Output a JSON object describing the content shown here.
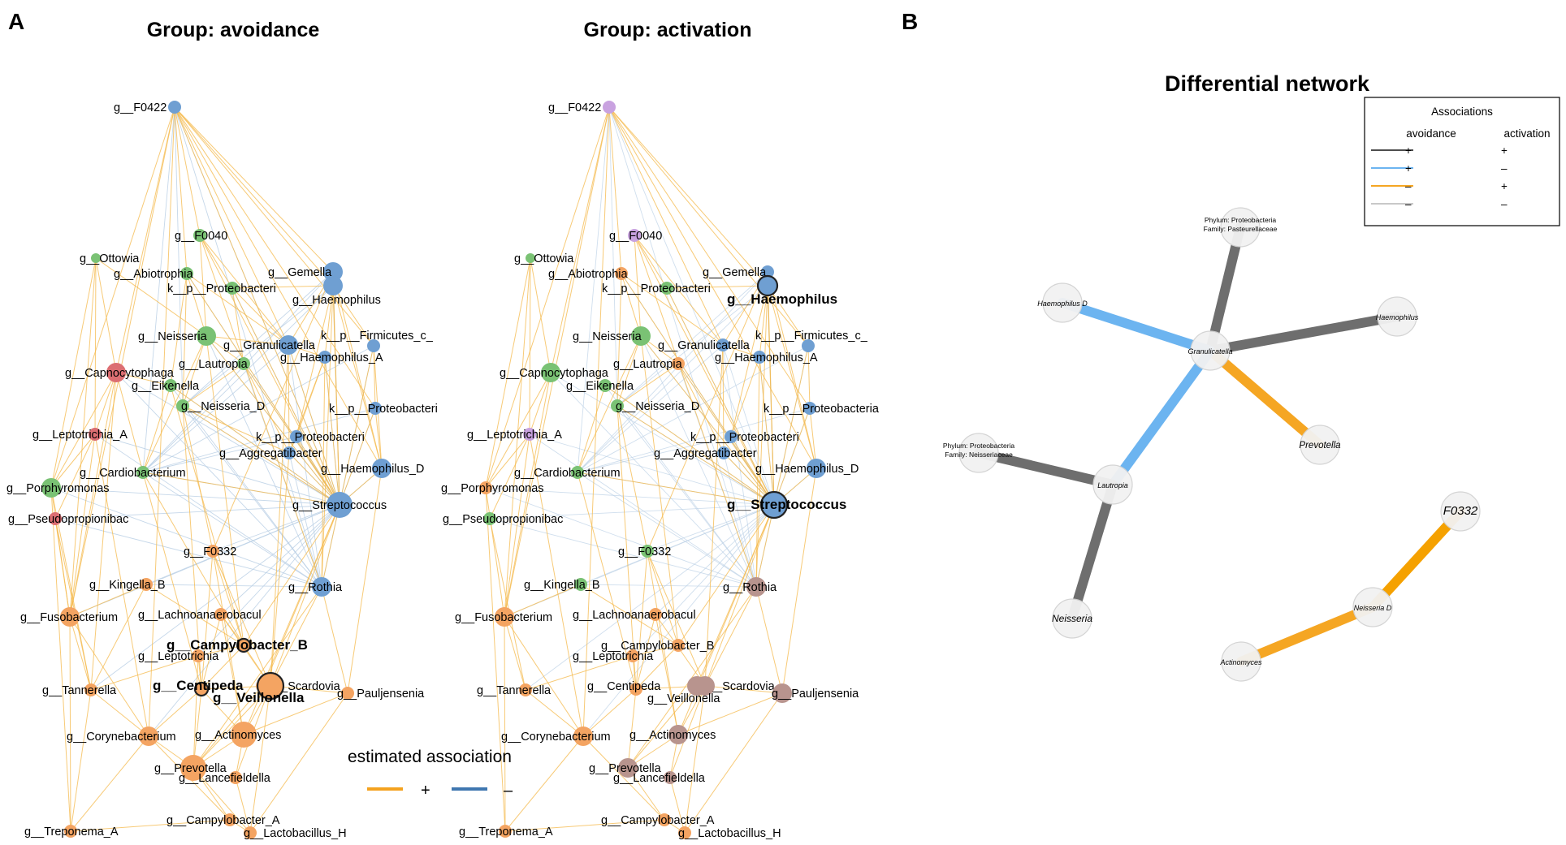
{
  "panels": {
    "a": {
      "letter": "A",
      "title_left": "Group: avoidance",
      "title_right": "Group: activation"
    },
    "b": {
      "letter": "B",
      "title": "Differential network"
    }
  },
  "association_legend": {
    "title": "estimated association",
    "plus": "+",
    "minus": "–",
    "plus_color": "#f4a21f",
    "minus_color": "#3f77b0"
  },
  "colors": {
    "green": "#7ac274",
    "blue": "#6f9fd2",
    "red": "#dc6e72",
    "orange": "#f4a462",
    "purple": "#c9a2e0",
    "brown": "#b8948e",
    "edge_pos": "#f5b94a",
    "edge_neg": "#bcd1e6"
  },
  "networks": {
    "avoidance": {
      "nodes": [
        {
          "label": "g__F0422",
          "color": "blue",
          "size": 1,
          "highlight": false
        },
        {
          "label": "g__F0040",
          "color": "green",
          "size": 1,
          "highlight": false
        },
        {
          "label": "g__Ottowia",
          "color": "green",
          "size": 0,
          "highlight": false
        },
        {
          "label": "g__Abiotrophia",
          "color": "green",
          "size": 1,
          "highlight": false
        },
        {
          "label": "g__Gemella",
          "color": "blue",
          "size": 2,
          "highlight": false
        },
        {
          "label": "k__p__Proteobacteri",
          "color": "green",
          "size": 1,
          "highlight": false
        },
        {
          "label": "g__Haemophilus",
          "color": "blue",
          "size": 2,
          "highlight": false
        },
        {
          "label": "g__Neisseria",
          "color": "green",
          "size": 2,
          "highlight": false
        },
        {
          "label": "g__Granulicatella",
          "color": "blue",
          "size": 2,
          "highlight": false
        },
        {
          "label": "k__p__Firmicutes_c_",
          "color": "blue",
          "size": 1,
          "highlight": false
        },
        {
          "label": "g__Haemophilus_A",
          "color": "blue",
          "size": 1,
          "highlight": false
        },
        {
          "label": "g__Lautropia",
          "color": "green",
          "size": 1,
          "highlight": false
        },
        {
          "label": "g__Capnocytophaga",
          "color": "red",
          "size": 2,
          "highlight": false
        },
        {
          "label": "g__Eikenella",
          "color": "green",
          "size": 1,
          "highlight": false
        },
        {
          "label": "g__Neisseria_D",
          "color": "green",
          "size": 1,
          "highlight": false
        },
        {
          "label": "k__p__Proteobacteri",
          "color": "blue",
          "size": 1,
          "highlight": false
        },
        {
          "label": "g__Leptotrichia_A",
          "color": "red",
          "size": 1,
          "highlight": false
        },
        {
          "label": "k__p__Proteobacteri",
          "color": "blue",
          "size": 1,
          "highlight": false
        },
        {
          "label": "g__Aggregatibacter",
          "color": "blue",
          "size": 1,
          "highlight": false
        },
        {
          "label": "g__Cardiobacterium",
          "color": "green",
          "size": 1,
          "highlight": false
        },
        {
          "label": "g__Haemophilus_D",
          "color": "blue",
          "size": 2,
          "highlight": false
        },
        {
          "label": "g__Porphyromonas",
          "color": "green",
          "size": 2,
          "highlight": false
        },
        {
          "label": "g__Streptococcus",
          "color": "blue",
          "size": 3,
          "highlight": false
        },
        {
          "label": "g__Pseudopropionibac",
          "color": "red",
          "size": 1,
          "highlight": false
        },
        {
          "label": "g__F0332",
          "color": "orange",
          "size": 1,
          "highlight": false
        },
        {
          "label": "g__Kingella_B",
          "color": "orange",
          "size": 1,
          "highlight": false
        },
        {
          "label": "g__Rothia",
          "color": "blue",
          "size": 2,
          "highlight": false
        },
        {
          "label": "g__Fusobacterium",
          "color": "orange",
          "size": 2,
          "highlight": false
        },
        {
          "label": "g__Lachnoanaerobacul",
          "color": "orange",
          "size": 1,
          "highlight": false
        },
        {
          "label": "g__Campylobacter_B",
          "color": "orange",
          "size": 1,
          "highlight": true
        },
        {
          "label": "g__Leptotrichia",
          "color": "orange",
          "size": 1,
          "highlight": false
        },
        {
          "label": "g__Centipeda",
          "color": "orange",
          "size": 1,
          "highlight": true
        },
        {
          "label": "g__Scardovia",
          "color": "orange",
          "size": 1,
          "highlight": false
        },
        {
          "label": "g__Veillonella",
          "color": "orange",
          "size": 3,
          "highlight": true
        },
        {
          "label": "g__Pauljensenia",
          "color": "orange",
          "size": 1,
          "highlight": false
        },
        {
          "label": "g__Tannerella",
          "color": "orange",
          "size": 1,
          "highlight": false
        },
        {
          "label": "g__Corynebacterium",
          "color": "orange",
          "size": 2,
          "highlight": false
        },
        {
          "label": "g__Actinomyces",
          "color": "orange",
          "size": 3,
          "highlight": false
        },
        {
          "label": "g__Prevotella",
          "color": "orange",
          "size": 3,
          "highlight": false
        },
        {
          "label": "g__Lancefieldella",
          "color": "orange",
          "size": 1,
          "highlight": false
        },
        {
          "label": "g__Treponema_A",
          "color": "orange",
          "size": 1,
          "highlight": false
        },
        {
          "label": "g__Campylobacter_A",
          "color": "orange",
          "size": 1,
          "highlight": false
        },
        {
          "label": "g__Lactobacillus_H",
          "color": "orange",
          "size": 1,
          "highlight": false
        }
      ]
    },
    "activation": {
      "nodes": [
        {
          "label": "g__F0422",
          "color": "purple",
          "size": 1,
          "highlight": false
        },
        {
          "label": "g__F0040",
          "color": "purple",
          "size": 1,
          "highlight": false
        },
        {
          "label": "g__Ottowia",
          "color": "green",
          "size": 0,
          "highlight": false
        },
        {
          "label": "g__Abiotrophia",
          "color": "orange",
          "size": 1,
          "highlight": false
        },
        {
          "label": "g__Gemella",
          "color": "blue",
          "size": 1,
          "highlight": false
        },
        {
          "label": "k__p__Proteobacteri",
          "color": "green",
          "size": 1,
          "highlight": false
        },
        {
          "label": "g__Haemophilus",
          "color": "blue",
          "size": 2,
          "highlight": true
        },
        {
          "label": "g__Neisseria",
          "color": "green",
          "size": 2,
          "highlight": false
        },
        {
          "label": "g__Granulicatella",
          "color": "blue",
          "size": 1,
          "highlight": false
        },
        {
          "label": "k__p__Firmicutes_c_",
          "color": "blue",
          "size": 1,
          "highlight": false
        },
        {
          "label": "g__Haemophilus_A",
          "color": "blue",
          "size": 1,
          "highlight": false
        },
        {
          "label": "g__Lautropia",
          "color": "orange",
          "size": 1,
          "highlight": false
        },
        {
          "label": "g__Capnocytophaga",
          "color": "green",
          "size": 2,
          "highlight": false
        },
        {
          "label": "g__Eikenella",
          "color": "green",
          "size": 1,
          "highlight": false
        },
        {
          "label": "g__Neisseria_D",
          "color": "green",
          "size": 1,
          "highlight": false
        },
        {
          "label": "k__p__Proteobacteria",
          "color": "blue",
          "size": 1,
          "highlight": false
        },
        {
          "label": "g__Leptotrichia_A",
          "color": "purple",
          "size": 1,
          "highlight": false
        },
        {
          "label": "k__p__Proteobacteri",
          "color": "blue",
          "size": 1,
          "highlight": false
        },
        {
          "label": "g__Aggregatibacter",
          "color": "blue",
          "size": 1,
          "highlight": false
        },
        {
          "label": "g__Cardiobacterium",
          "color": "green",
          "size": 1,
          "highlight": false
        },
        {
          "label": "g__Haemophilus_D",
          "color": "blue",
          "size": 2,
          "highlight": false
        },
        {
          "label": "g__Porphyromonas",
          "color": "orange",
          "size": 1,
          "highlight": false
        },
        {
          "label": "g__Streptococcus",
          "color": "blue",
          "size": 3,
          "highlight": true
        },
        {
          "label": "g__Pseudopropionibac",
          "color": "green",
          "size": 1,
          "highlight": false
        },
        {
          "label": "g__F0332",
          "color": "green",
          "size": 1,
          "highlight": false
        },
        {
          "label": "g__Kingella_B",
          "color": "green",
          "size": 1,
          "highlight": false
        },
        {
          "label": "g__Rothia",
          "color": "brown",
          "size": 2,
          "highlight": false
        },
        {
          "label": "g__Fusobacterium",
          "color": "orange",
          "size": 2,
          "highlight": false
        },
        {
          "label": "g__Lachnoanaerobacul",
          "color": "orange",
          "size": 1,
          "highlight": false
        },
        {
          "label": "g__Campylobacter_B",
          "color": "orange",
          "size": 1,
          "highlight": false
        },
        {
          "label": "g__Leptotrichia",
          "color": "orange",
          "size": 1,
          "highlight": false
        },
        {
          "label": "g__Centipeda",
          "color": "orange",
          "size": 1,
          "highlight": false
        },
        {
          "label": "g__Scardovia",
          "color": "brown",
          "size": 2,
          "highlight": false
        },
        {
          "label": "g__Veillonella",
          "color": "brown",
          "size": 2,
          "highlight": false
        },
        {
          "label": "g__Pauljensenia",
          "color": "brown",
          "size": 2,
          "highlight": false
        },
        {
          "label": "g__Tannerella",
          "color": "orange",
          "size": 1,
          "highlight": false
        },
        {
          "label": "g__Corynebacterium",
          "color": "orange",
          "size": 2,
          "highlight": false
        },
        {
          "label": "g__Actinomyces",
          "color": "brown",
          "size": 2,
          "highlight": false
        },
        {
          "label": "g__Prevotella",
          "color": "brown",
          "size": 2,
          "highlight": false
        },
        {
          "label": "g__Lancefieldella",
          "color": "brown",
          "size": 1,
          "highlight": false
        },
        {
          "label": "g__Treponema_A",
          "color": "orange",
          "size": 1,
          "highlight": false
        },
        {
          "label": "g__Campylobacter_A",
          "color": "orange",
          "size": 1,
          "highlight": false
        },
        {
          "label": "g__Lactobacillus_H",
          "color": "orange",
          "size": 1,
          "highlight": false
        }
      ]
    }
  },
  "differential": {
    "legend": {
      "title": "Associations",
      "col1": "avoidance",
      "col2": "activation",
      "rows": [
        {
          "color": "#4d4d4d",
          "a": "+",
          "b": "+"
        },
        {
          "color": "#6cb4f0",
          "a": "+",
          "b": "–"
        },
        {
          "color": "#f5a623",
          "a": "–",
          "b": "+"
        },
        {
          "color": "#c8c8c8",
          "a": "–",
          "b": "–"
        }
      ]
    },
    "nodes": [
      {
        "id": "pf1",
        "line1": "Phylum: Proteobacteria",
        "line2": "Family: Pasteurellaceae",
        "italic_part": true
      },
      {
        "id": "haemd",
        "label": "Haemophilus D"
      },
      {
        "id": "haem",
        "label": "Haemophilus"
      },
      {
        "id": "gran",
        "label": "Granulicatella"
      },
      {
        "id": "prev",
        "label": "Prevotella"
      },
      {
        "id": "pf2",
        "line1": "Phylum: Proteobacteria",
        "line2": "Family: Neisseriaceae",
        "italic_part": true
      },
      {
        "id": "laut",
        "label": "Lautropia"
      },
      {
        "id": "neis",
        "label": "Neisseria"
      },
      {
        "id": "f0332",
        "label": "F0332"
      },
      {
        "id": "neisd",
        "label": "Neisseria D"
      },
      {
        "id": "actino",
        "label": "Actinomyces"
      }
    ],
    "edges": [
      {
        "from": "gran",
        "to": "pf1",
        "color": "#6e6e6e"
      },
      {
        "from": "gran",
        "to": "haem",
        "color": "#6e6e6e"
      },
      {
        "from": "gran",
        "to": "haemd",
        "color": "#6cb4f0"
      },
      {
        "from": "gran",
        "to": "prev",
        "color": "#f5a623"
      },
      {
        "from": "gran",
        "to": "laut",
        "color": "#6cb4f0"
      },
      {
        "from": "laut",
        "to": "pf2",
        "color": "#6e6e6e"
      },
      {
        "from": "laut",
        "to": "neis",
        "color": "#6e6e6e"
      },
      {
        "from": "neisd",
        "to": "f0332",
        "color": "#f5a100"
      },
      {
        "from": "neisd",
        "to": "actino",
        "color": "#f5a623"
      }
    ]
  }
}
